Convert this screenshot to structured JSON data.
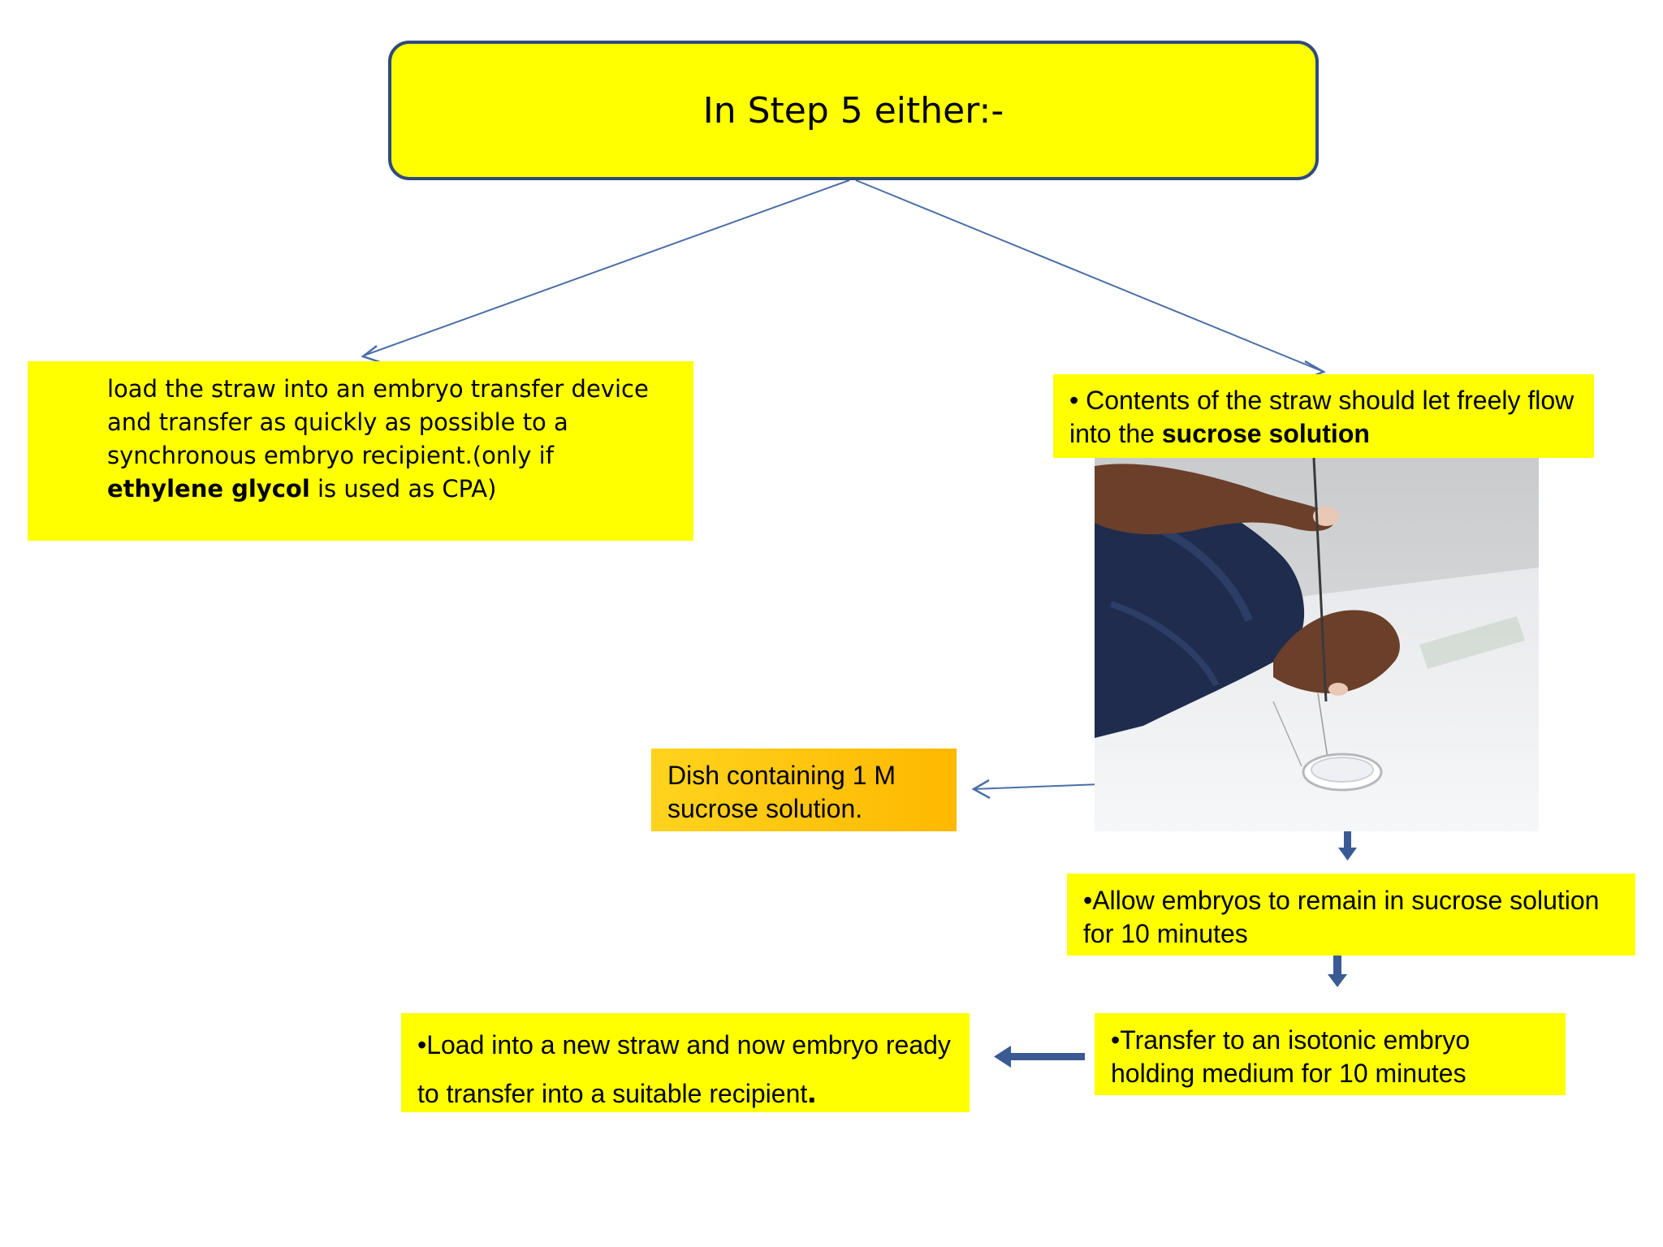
{
  "title": "In Step 5 either:-",
  "left_option": {
    "text_before": "load the straw into an embryo transfer device and transfer as quickly as possible to a synchronous embryo recipient.(only if ",
    "bold": "ethylene glycol",
    "text_after": " is used as CPA)"
  },
  "right_option": {
    "text_before": "• Contents of the straw should let freely flow into the ",
    "bold": "sucrose solution"
  },
  "dish_label": "Dish containing 1 M sucrose solution.",
  "allow_step": "•Allow embryos to remain in sucrose solution for 10 minutes",
  "transfer_step": "•Transfer to an isotonic embryo holding medium for 10 minutes",
  "load_step": {
    "text": "•Load into a new straw and now embryo ready to transfer into a suitable recipient",
    "period": "."
  },
  "colors": {
    "box_yellow": "#ffff00",
    "title_border": "#2f4a7c",
    "dish_box": "#ffc000",
    "connector": "#4a6fa8",
    "block_arrow": "#3a5a94"
  }
}
